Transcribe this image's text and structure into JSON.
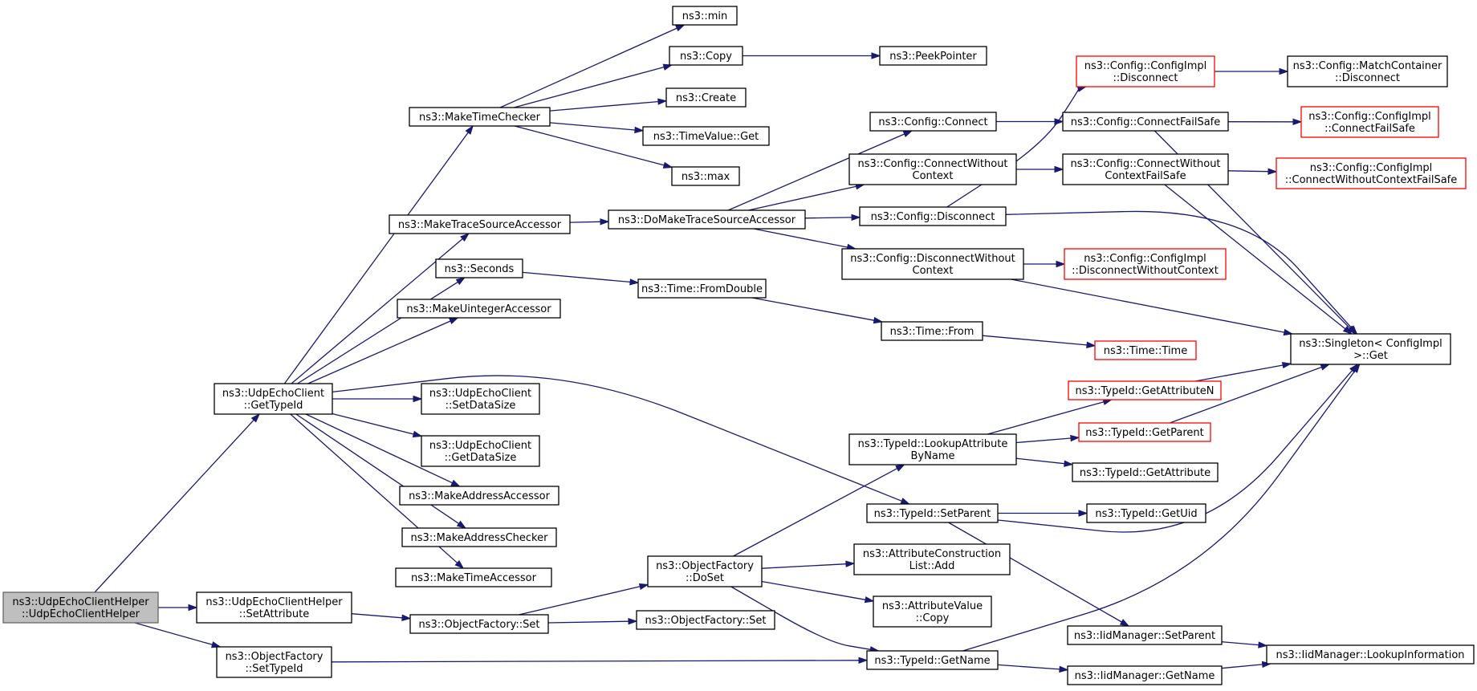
{
  "nodes": [
    {
      "id": "n0",
      "lines": [
        "ns3::UdpEchoClientHelper",
        "::UdpEchoClientHelper"
      ],
      "style": "root"
    },
    {
      "id": "n1",
      "lines": [
        "ns3::UdpEchoClient",
        "::GetTypeId"
      ]
    },
    {
      "id": "n2",
      "lines": [
        "ns3::UdpEchoClientHelper",
        "::SetAttribute"
      ]
    },
    {
      "id": "n3",
      "lines": [
        "ns3::ObjectFactory",
        "::SetTypeId"
      ]
    },
    {
      "id": "n4",
      "lines": [
        "ns3::MakeTimeChecker"
      ]
    },
    {
      "id": "n5",
      "lines": [
        "ns3::MakeTraceSourceAccessor"
      ]
    },
    {
      "id": "n6",
      "lines": [
        "ns3::Seconds"
      ]
    },
    {
      "id": "n7",
      "lines": [
        "ns3::MakeUintegerAccessor"
      ]
    },
    {
      "id": "n8",
      "lines": [
        "ns3::UdpEchoClient",
        "::SetDataSize"
      ]
    },
    {
      "id": "n9",
      "lines": [
        "ns3::UdpEchoClient",
        "::GetDataSize"
      ]
    },
    {
      "id": "n10",
      "lines": [
        "ns3::MakeAddressAccessor"
      ]
    },
    {
      "id": "n11",
      "lines": [
        "ns3::MakeAddressChecker"
      ]
    },
    {
      "id": "n12",
      "lines": [
        "ns3::MakeTimeAccessor"
      ]
    },
    {
      "id": "n13",
      "lines": [
        "ns3::ObjectFactory::Set"
      ]
    },
    {
      "id": "n14",
      "lines": [
        "ns3::min"
      ]
    },
    {
      "id": "n15",
      "lines": [
        "ns3::Copy"
      ]
    },
    {
      "id": "n16",
      "lines": [
        "ns3::Create"
      ]
    },
    {
      "id": "n17",
      "lines": [
        "ns3::TimeValue::Get"
      ]
    },
    {
      "id": "n18",
      "lines": [
        "ns3::max"
      ]
    },
    {
      "id": "n19",
      "lines": [
        "ns3::PeekPointer"
      ]
    },
    {
      "id": "n20",
      "lines": [
        "ns3::DoMakeTraceSourceAccessor"
      ]
    },
    {
      "id": "n21",
      "lines": [
        "ns3::Time::FromDouble"
      ]
    },
    {
      "id": "n22",
      "lines": [
        "ns3::ObjectFactory",
        "::DoSet"
      ]
    },
    {
      "id": "n23",
      "lines": [
        "ns3::ObjectFactory::Set"
      ]
    },
    {
      "id": "n24",
      "lines": [
        "ns3::Config::Connect"
      ]
    },
    {
      "id": "n25",
      "lines": [
        "ns3::Config::ConnectWithout",
        "Context"
      ]
    },
    {
      "id": "n26",
      "lines": [
        "ns3::Config::Disconnect"
      ]
    },
    {
      "id": "n27",
      "lines": [
        "ns3::Config::DisconnectWithout",
        "Context"
      ]
    },
    {
      "id": "n28",
      "lines": [
        "ns3::Time::From"
      ]
    },
    {
      "id": "n29",
      "lines": [
        "ns3::TypeId::LookupAttribute",
        "ByName"
      ]
    },
    {
      "id": "n30",
      "lines": [
        "ns3::TypeId::SetParent"
      ]
    },
    {
      "id": "n31",
      "lines": [
        "ns3::AttributeConstruction",
        "List::Add"
      ]
    },
    {
      "id": "n32",
      "lines": [
        "ns3::AttributeValue",
        "::Copy"
      ]
    },
    {
      "id": "n33",
      "lines": [
        "ns3::TypeId::GetName"
      ]
    },
    {
      "id": "n34",
      "lines": [
        "ns3::Config::ConfigImpl",
        "::Disconnect"
      ],
      "style": "trunc"
    },
    {
      "id": "n35",
      "lines": [
        "ns3::Config::ConnectFailSafe"
      ]
    },
    {
      "id": "n36",
      "lines": [
        "ns3::Config::ConnectWithout",
        "ContextFailSafe"
      ]
    },
    {
      "id": "n37",
      "lines": [
        "ns3::Config::ConfigImpl",
        "::DisconnectWithoutContext"
      ],
      "style": "trunc"
    },
    {
      "id": "n38",
      "lines": [
        "ns3::Time::Time"
      ],
      "style": "trunc"
    },
    {
      "id": "n39",
      "lines": [
        "ns3::TypeId::GetAttributeN"
      ],
      "style": "trunc"
    },
    {
      "id": "n40",
      "lines": [
        "ns3::TypeId::GetParent"
      ],
      "style": "trunc"
    },
    {
      "id": "n41",
      "lines": [
        "ns3::TypeId::GetAttribute"
      ]
    },
    {
      "id": "n42",
      "lines": [
        "ns3::TypeId::GetUid"
      ]
    },
    {
      "id": "n43",
      "lines": [
        "ns3::IidManager::SetParent"
      ]
    },
    {
      "id": "n44",
      "lines": [
        "ns3::IidManager::GetName"
      ]
    },
    {
      "id": "n45",
      "lines": [
        "ns3::Config::MatchContainer",
        "::Disconnect"
      ]
    },
    {
      "id": "n46",
      "lines": [
        "ns3::Config::ConfigImpl",
        "::ConnectFailSafe"
      ],
      "style": "trunc"
    },
    {
      "id": "n47",
      "lines": [
        "ns3::Config::ConfigImpl",
        "::ConnectWithoutContextFailSafe"
      ],
      "style": "trunc"
    },
    {
      "id": "n48",
      "lines": [
        "ns3::Singleton< ConfigImpl",
        ">::Get"
      ]
    },
    {
      "id": "n49",
      "lines": [
        "ns3::IidManager::LookupInformation"
      ]
    }
  ],
  "edges": [
    [
      "n0",
      "n1"
    ],
    [
      "n0",
      "n2"
    ],
    [
      "n0",
      "n3"
    ],
    [
      "n1",
      "n4"
    ],
    [
      "n1",
      "n5"
    ],
    [
      "n1",
      "n6"
    ],
    [
      "n1",
      "n7"
    ],
    [
      "n1",
      "n8"
    ],
    [
      "n1",
      "n9"
    ],
    [
      "n1",
      "n10"
    ],
    [
      "n1",
      "n11"
    ],
    [
      "n1",
      "n12"
    ],
    [
      "n1",
      "n30"
    ],
    [
      "n2",
      "n13"
    ],
    [
      "n3",
      "n33"
    ],
    [
      "n4",
      "n14"
    ],
    [
      "n4",
      "n15"
    ],
    [
      "n4",
      "n16"
    ],
    [
      "n4",
      "n17"
    ],
    [
      "n4",
      "n18"
    ],
    [
      "n15",
      "n19"
    ],
    [
      "n5",
      "n20"
    ],
    [
      "n6",
      "n21"
    ],
    [
      "n13",
      "n22"
    ],
    [
      "n13",
      "n23"
    ],
    [
      "n20",
      "n24"
    ],
    [
      "n20",
      "n25"
    ],
    [
      "n20",
      "n26"
    ],
    [
      "n20",
      "n27"
    ],
    [
      "n21",
      "n28"
    ],
    [
      "n28",
      "n38"
    ],
    [
      "n22",
      "n29"
    ],
    [
      "n22",
      "n31"
    ],
    [
      "n22",
      "n32"
    ],
    [
      "n22",
      "n33"
    ],
    [
      "n24",
      "n35"
    ],
    [
      "n25",
      "n36"
    ],
    [
      "n26",
      "n34"
    ],
    [
      "n26",
      "n48"
    ],
    [
      "n27",
      "n37"
    ],
    [
      "n27",
      "n48"
    ],
    [
      "n29",
      "n39"
    ],
    [
      "n29",
      "n40"
    ],
    [
      "n29",
      "n41"
    ],
    [
      "n30",
      "n42"
    ],
    [
      "n30",
      "n43"
    ],
    [
      "n30",
      "n48"
    ],
    [
      "n33",
      "n44"
    ],
    [
      "n33",
      "n48"
    ],
    [
      "n34",
      "n45"
    ],
    [
      "n35",
      "n46"
    ],
    [
      "n35",
      "n48"
    ],
    [
      "n36",
      "n47"
    ],
    [
      "n36",
      "n48"
    ],
    [
      "n39",
      "n48"
    ],
    [
      "n40",
      "n48"
    ],
    [
      "n43",
      "n49"
    ],
    [
      "n44",
      "n49"
    ]
  ]
}
